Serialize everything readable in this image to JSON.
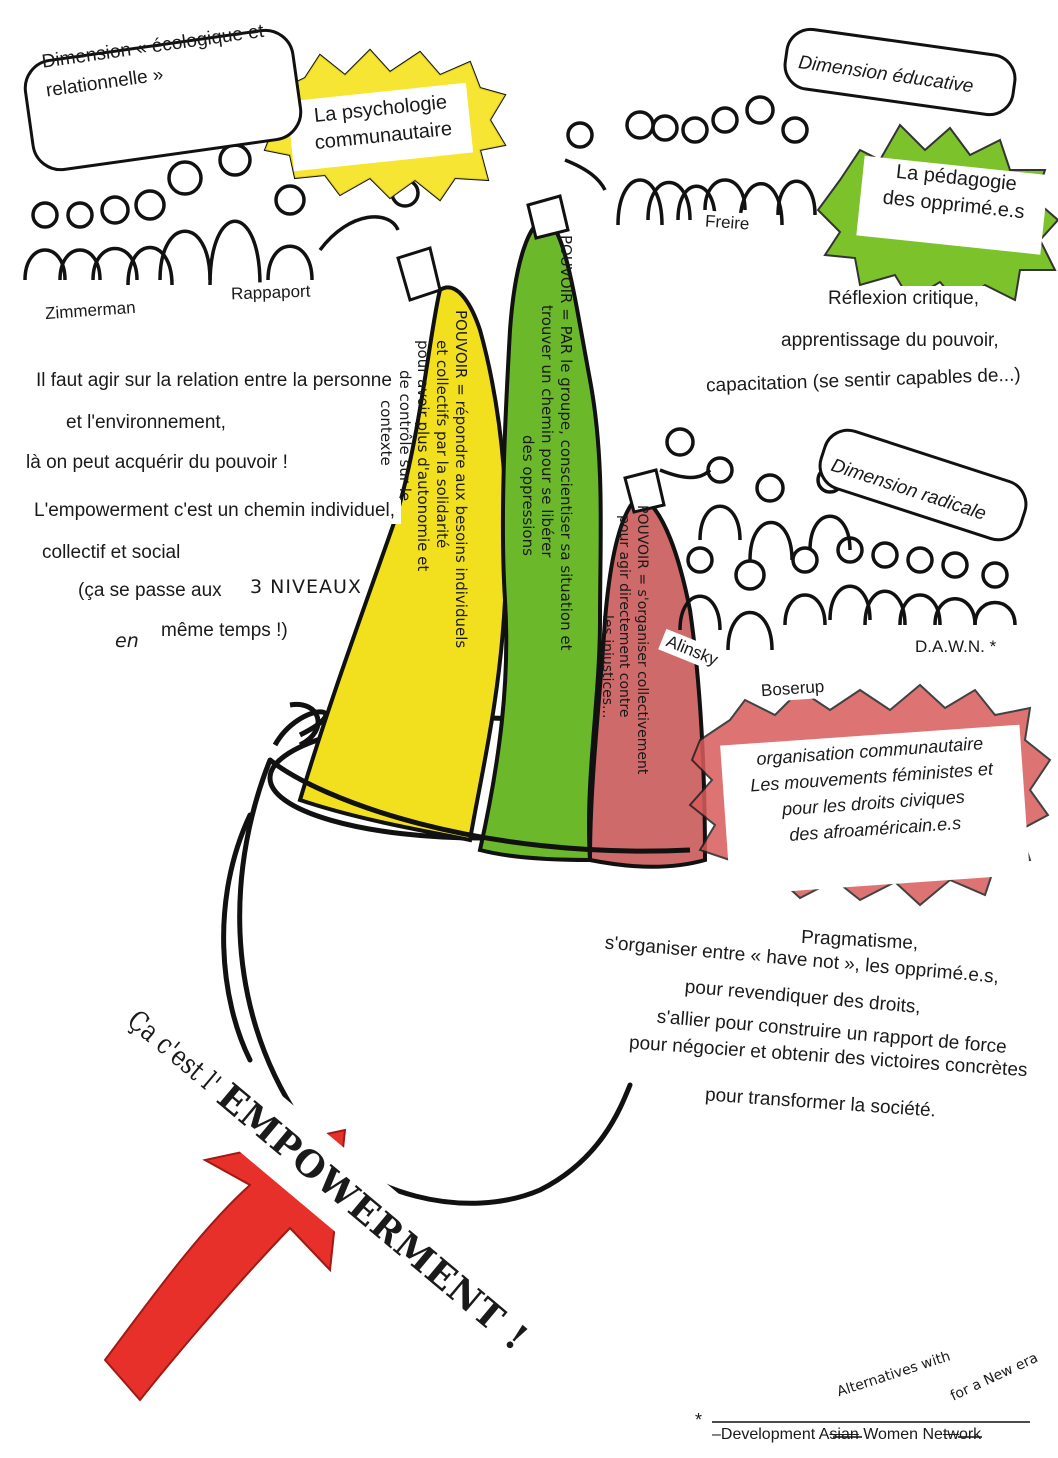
{
  "left_dimension": {
    "label": "Dimension « écologique et relationnelle »",
    "label_line1": "Dimension « écologique et",
    "label_line2": "relationnelle »",
    "badge_line1": "La psychologie",
    "badge_line2": "communautaire",
    "badge_color": "#f5e21c",
    "names": [
      "Zimmerman",
      "Rappaport"
    ],
    "notes": [
      "Il faut agir sur la relation entre la personne",
      "et l'environnement,",
      "là on peut acquérir du pouvoir !",
      "L'empowerment c'est un chemin individuel,",
      "collectif et social",
      "(ça se passe aux",
      "3 NIVEAUX",
      "en",
      "même temps !)"
    ]
  },
  "right_top_dimension": {
    "label": "Dimension éducative",
    "badge_line1": "La pédagogie",
    "badge_line2": "des opprimé.e.s",
    "badge_color": "#7cc22a",
    "names": [
      "Freire"
    ],
    "notes": [
      "Réflexion critique,",
      "apprentissage du pouvoir,",
      "capacitation (se sentir capables de...)"
    ]
  },
  "right_bottom_dimension": {
    "label": "Dimension radicale",
    "names": [
      "Alinsky",
      "Boserup",
      "D.A.W.N. *"
    ],
    "badge_lines": [
      "organisation communautaire",
      "Les mouvements féministes et",
      "pour les droits civiques",
      "des afroaméricain.e.s"
    ],
    "badge_color": "#d95b5b",
    "notes": [
      "Pragmatisme,",
      "s'organiser entre « have not », les opprimé.e.s,",
      "pour revendiquer des droits,",
      "s'allier pour construire un rapport de force",
      "pour négocier et obtenir des victoires concrètes",
      "pour transformer la société."
    ]
  },
  "pillars": {
    "yellow": {
      "color": "#f2e01e",
      "lines": [
        "POUVOIR = répondre aux besoins individuels",
        "et collectifs par la solidarité",
        "pour avoir plus d'autonomie et",
        "de contrôle sur le",
        "contexte"
      ]
    },
    "green": {
      "color": "#6cb82b",
      "lines": [
        "POUVOIR = PAR le groupe, conscientiser sa situation et",
        "trouver un chemin pour se libérer",
        "des oppressions"
      ]
    },
    "red": {
      "color": "#cf6a6a",
      "lines": [
        "POUVOIR = s'organiser collectivement",
        "pour agir directement contre",
        "les injustices..."
      ]
    }
  },
  "banner": {
    "prefix": "Ça c'est l'",
    "main": "EMPOWERMENT !"
  },
  "arrow_color": "#e8302a",
  "footnote": {
    "star": "*",
    "handwritten_1": "Alternatives with",
    "handwritten_2": "for a New era",
    "text_start": "–Development A",
    "struck_1": "sian",
    "text_mid": " Women Ne",
    "struck_2": "tw",
    "text_end": "ork"
  }
}
